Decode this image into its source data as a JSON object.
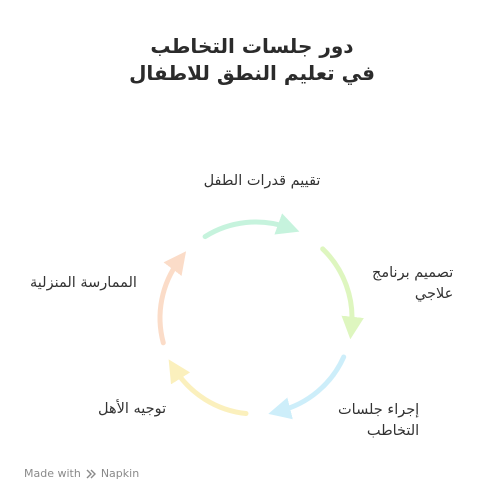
{
  "title": {
    "line1": "دور جلسات التخاطب",
    "line2": "في تعليم النطق للاطفال"
  },
  "steps": [
    {
      "label": "تقييم قدرات الطفل",
      "color": "#c6f3dd"
    },
    {
      "label_line1": "تصميم برنامج",
      "label_line2": "علاجي",
      "color": "#def6bf"
    },
    {
      "label_line1": "إجراء جلسات",
      "label_line2": "التخاطب",
      "color": "#cdeefa"
    },
    {
      "label": "توجيه الأهل",
      "color": "#fbf0bd"
    },
    {
      "label": "الممارسة المنزلية",
      "color": "#fbdcc8"
    }
  ],
  "footer": {
    "made_with": "Made with",
    "brand": "Napkin",
    "logo_icon": "napkin-logo-icon"
  }
}
